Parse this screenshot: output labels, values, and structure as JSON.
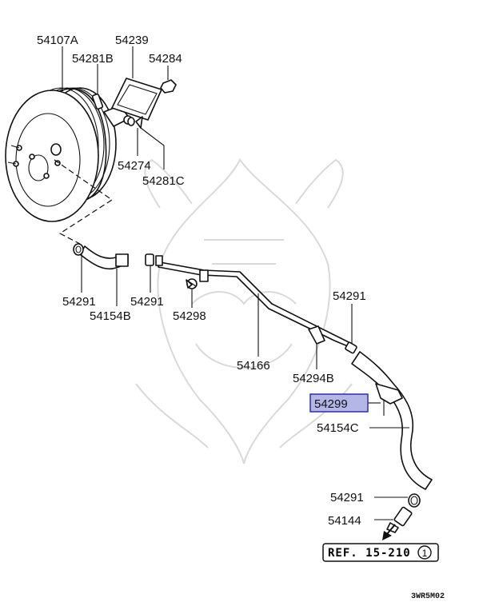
{
  "labels": {
    "booster": "54107A",
    "gasket": "54239",
    "stud_b": "54281B",
    "nut": "54284",
    "washer": "54274",
    "clip_c": "54281C",
    "clamp_left": "54291",
    "hose_b": "54154B",
    "clamp_mid": "54291",
    "valve": "54298",
    "pipe": "54166",
    "clamp_right_top": "54291",
    "bracket": "54294B",
    "clip_highlight": "54299",
    "hose_c": "54154C",
    "clamp_bottom": "54291",
    "fitting": "54144"
  },
  "reference": {
    "text": "REF. 15-210",
    "circled_number": "1"
  },
  "diagram_code": "3WR5M02",
  "colors": {
    "highlight_fill": "#b3b6e6",
    "highlight_stroke": "#2d2fa5",
    "line": "#111111"
  }
}
